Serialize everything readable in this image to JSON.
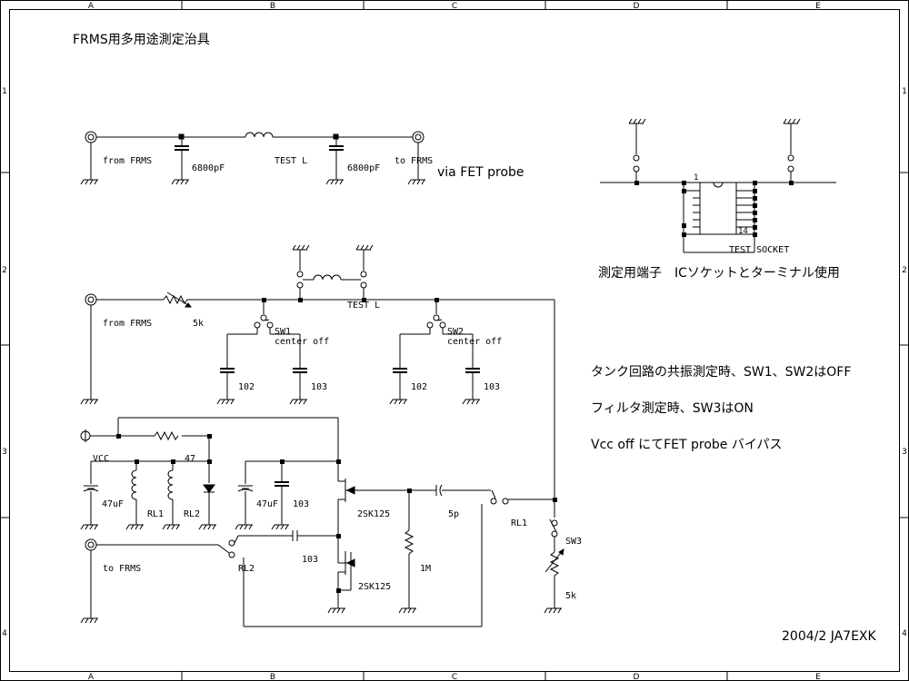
{
  "frame": {
    "columns": [
      "A",
      "B",
      "C",
      "D",
      "E"
    ],
    "rows": [
      "1",
      "2",
      "3",
      "4"
    ]
  },
  "title": "FRMS用多用途測定治具",
  "notes": {
    "socket": "測定用端子　ICソケットとターミナル使用",
    "tank": "タンク回路の共振測定時、SW1、SW2はOFF",
    "filter": "フィルタ測定時、SW3はON",
    "vcc_off": "Vcc off にてFET probe バイパス",
    "signature": "2004/2 JA7EXK"
  },
  "labels": {
    "from_frms_1": "from FRMS",
    "cap_6800_1": "6800pF",
    "test_l_1": "TEST L",
    "cap_6800_2": "6800pF",
    "to_frms_1": "to FRMS",
    "via_fet_probe": "via FET probe",
    "from_frms_2": "from FRMS",
    "res_5k_1": "5k",
    "test_l_2": "TEST L",
    "sw1": "SW1",
    "center_off_1": "center off",
    "sw2": "SW2",
    "center_off_2": "center off",
    "cap_102_1": "102",
    "cap_103_1": "103",
    "cap_102_2": "102",
    "cap_103_2": "103",
    "res_47": "47",
    "vcc": "VCC",
    "cap_47uf_1": "47uF",
    "rl1_coil": "RL1",
    "rl2_coil": "RL2",
    "cap_47uf_2": "47uF",
    "cap_103_3": "103",
    "fet_1": "2SK125",
    "cap_5p": "5p",
    "rl1_contact": "RL1",
    "sw3": "SW3",
    "to_frms_2": "to FRMS",
    "cap_103_4": "103",
    "rl2_contact": "RL2",
    "res_1m": "1M",
    "fet_2": "2SK125",
    "res_5k_2": "5k",
    "pin_1": "1",
    "pin_14": "14",
    "test_socket": "TEST SOCKET"
  }
}
